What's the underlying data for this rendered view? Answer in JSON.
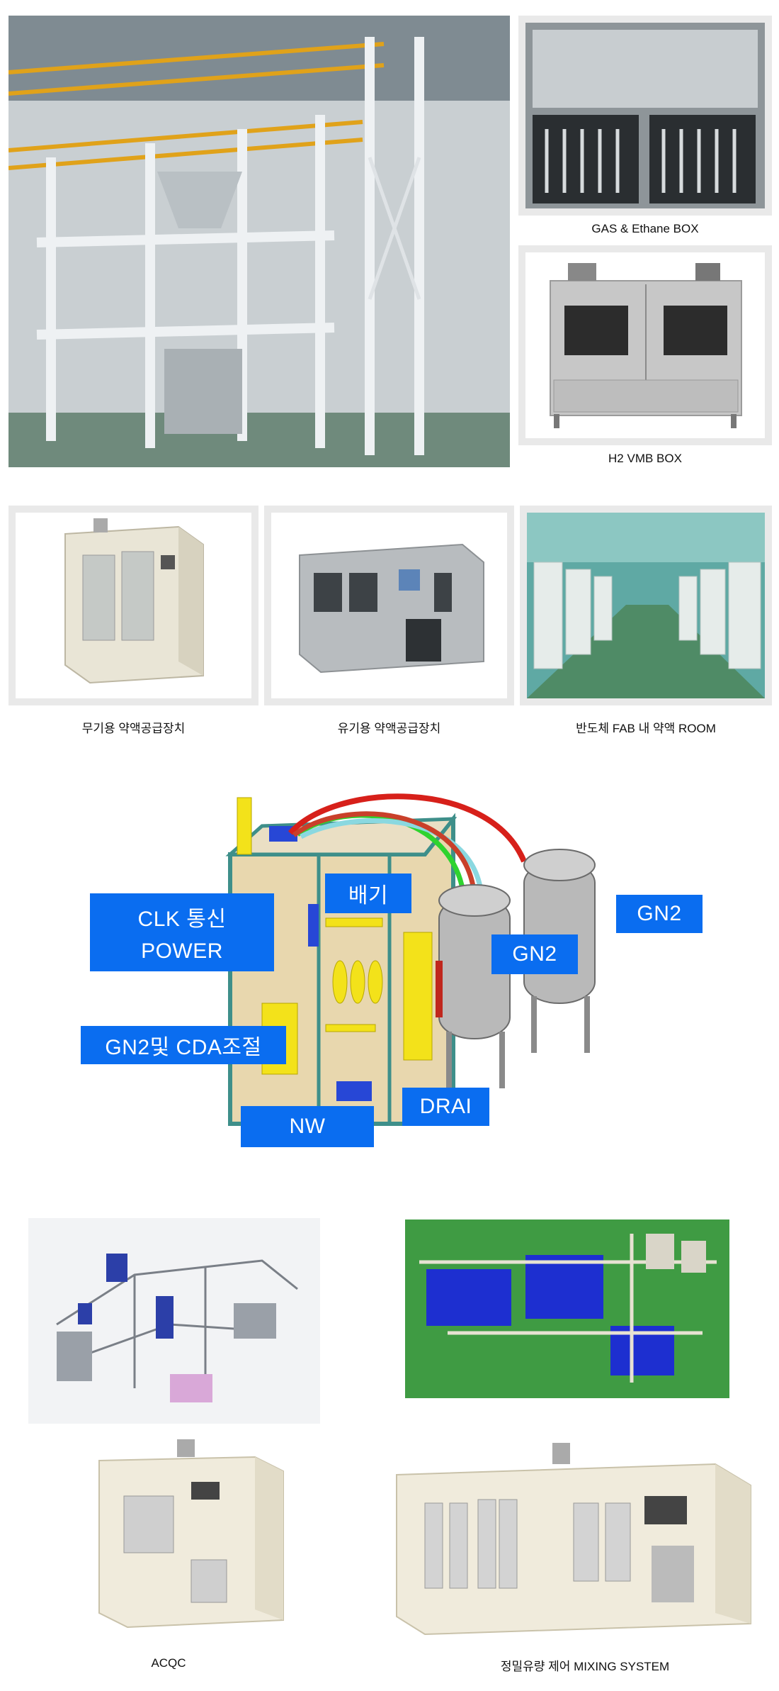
{
  "top": {
    "right_captions": [
      "GAS & Ethane  BOX",
      "H2 VMB  BOX"
    ]
  },
  "mid": {
    "captions": [
      "무기용 약액공급장치",
      "유기용 약액공급장치",
      "반도체  FAB 내  약액  ROOM"
    ]
  },
  "diagram": {
    "labels": {
      "clk_line1": "CLK 통신",
      "clk_line2": "POWER",
      "exhaust": "배기",
      "gn2_right": "GN2",
      "gn2_mid": "GN2",
      "gn2_cda": "GN2및  CDA조절",
      "drain": "DRAI",
      "nw": "NW"
    },
    "colors": {
      "label_bg": "#0a6df0"
    }
  },
  "bottom": {
    "captions": [
      "ACQC",
      "정밀유량  제어  MIXING SYSTEM"
    ]
  }
}
